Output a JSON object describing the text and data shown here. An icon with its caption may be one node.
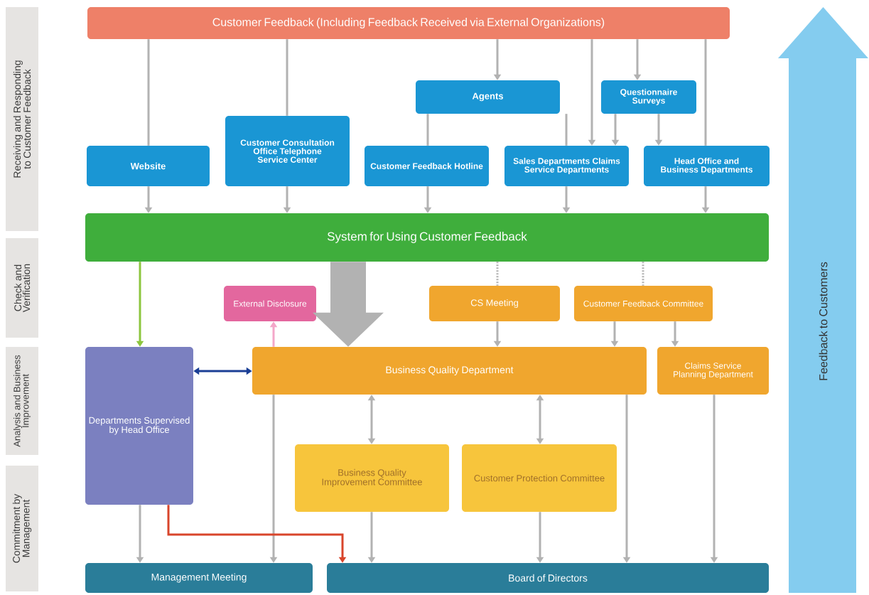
{
  "diagram": {
    "nodes": [
      {
        "text": [
          "Receiving and Responding to Customer Feedback"
        ]
      },
      {
        "text": [
          "Check and Verification"
        ]
      },
      {
        "text": [
          "Analysis and Business Improvement"
        ]
      },
      {
        "text": [
          "Commitment by Management"
        ]
      },
      {
        "text": [
          "Customer Feedback (Including Feedback Received via External Organizations)"
        ]
      },
      {
        "text": [
          "Agents"
        ]
      },
      {
        "text": [
          "Questionnaire Surveys"
        ]
      },
      {
        "text": [
          "Website"
        ]
      },
      {
        "text": [
          "Customer Consultation Office Telephone Service Center"
        ]
      },
      {
        "text": [
          "Customer Feedback Hotline"
        ]
      },
      {
        "text": [
          "Sales Departments Claims Service Departments"
        ]
      },
      {
        "text": [
          "Head Office and Business Departments"
        ]
      },
      {
        "text": [
          "System for Using Customer Feedback"
        ]
      },
      {
        "text": [
          "External Disclosure"
        ]
      },
      {
        "text": [
          "CS Meeting"
        ]
      },
      {
        "text": [
          "Customer Feedback Committee"
        ]
      },
      {
        "text": [
          "Departments Supervised by Head Office"
        ]
      },
      {
        "text": [
          "Business Quality Department"
        ]
      },
      {
        "text": [
          "Claims Service Planning Department"
        ]
      },
      {
        "text": [
          "Business Quality Improvement Committee"
        ]
      },
      {
        "text": [
          "Customer Protection Committee"
        ]
      },
      {
        "text": [
          "Management Meeting"
        ]
      },
      {
        "text": [
          "Board of Directors"
        ]
      },
      {
        "text": [
          "Feedback to Customers"
        ]
      }
    ],
    "edges": [
      {
        "from": 4,
        "to": 7,
        "arrow": "none"
      },
      {
        "from": 4,
        "to": 8,
        "arrow": "none"
      },
      {
        "from": 4,
        "to": 5,
        "arrow": "to"
      },
      {
        "from": 4,
        "to": 10,
        "arrow": "to"
      },
      {
        "from": 4,
        "to": 6,
        "arrow": "to"
      },
      {
        "from": 4,
        "to": 11,
        "arrow": "none"
      },
      {
        "from": 5,
        "to": 9,
        "arrow": "none"
      },
      {
        "from": 5,
        "to": 10,
        "arrow": "none"
      },
      {
        "from": 6,
        "to": 10,
        "arrow": "to"
      },
      {
        "from": 6,
        "to": 11,
        "arrow": "to"
      },
      {
        "from": 7,
        "to": 12,
        "arrow": "to"
      },
      {
        "from": 8,
        "to": 12,
        "arrow": "to"
      },
      {
        "from": 9,
        "to": 12,
        "arrow": "to"
      },
      {
        "from": 10,
        "to": 12,
        "arrow": "to"
      },
      {
        "from": 11,
        "to": 12,
        "arrow": "to"
      },
      {
        "from": 12,
        "to": 16,
        "arrow": "to",
        "color": "#8dc63f"
      },
      {
        "from": 12,
        "to": 17,
        "arrow": "to",
        "style": "thick"
      },
      {
        "from": 12,
        "to": 14,
        "arrow": "none",
        "style": "dashed"
      },
      {
        "from": 12,
        "to": 15,
        "arrow": "none",
        "style": "dashed"
      },
      {
        "from": 17,
        "to": 13,
        "arrow": "to",
        "color": "#f4a7c9"
      },
      {
        "from": 16,
        "to": 17,
        "arrow": "both",
        "color": "#1b3f95"
      },
      {
        "from": 14,
        "to": 17,
        "arrow": "to"
      },
      {
        "from": 15,
        "to": 17,
        "arrow": "to"
      },
      {
        "from": 15,
        "to": 18,
        "arrow": "to"
      },
      {
        "from": 17,
        "to": 19,
        "arrow": "both"
      },
      {
        "from": 17,
        "to": 20,
        "arrow": "both"
      },
      {
        "from": 16,
        "to": 21,
        "arrow": "to"
      },
      {
        "from": 17,
        "to": 21,
        "arrow": "to"
      },
      {
        "from": 16,
        "to": 22,
        "arrow": "to",
        "color": "#d8452b"
      },
      {
        "from": 19,
        "to": 22,
        "arrow": "to"
      },
      {
        "from": 20,
        "to": 22,
        "arrow": "to"
      },
      {
        "from": 17,
        "to": 22,
        "arrow": "to"
      },
      {
        "from": 18,
        "to": 22,
        "arrow": "to"
      }
    ]
  }
}
